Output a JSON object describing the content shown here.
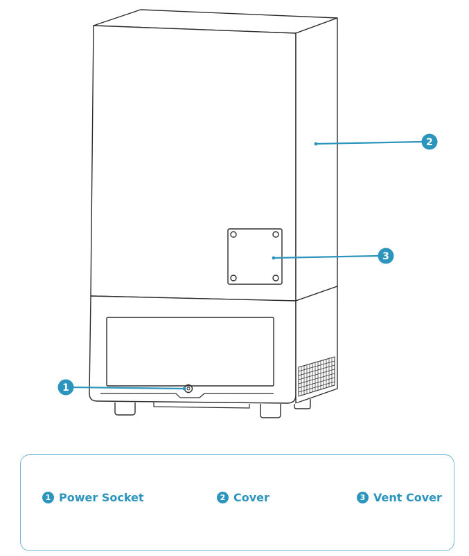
{
  "accent_color": "#2b95bd",
  "outline_color": "#2b2b2b",
  "callouts": [
    {
      "number": "1",
      "label": "Power Socket"
    },
    {
      "number": "2",
      "label": "Cover"
    },
    {
      "number": "3",
      "label": "Vent Cover"
    }
  ]
}
